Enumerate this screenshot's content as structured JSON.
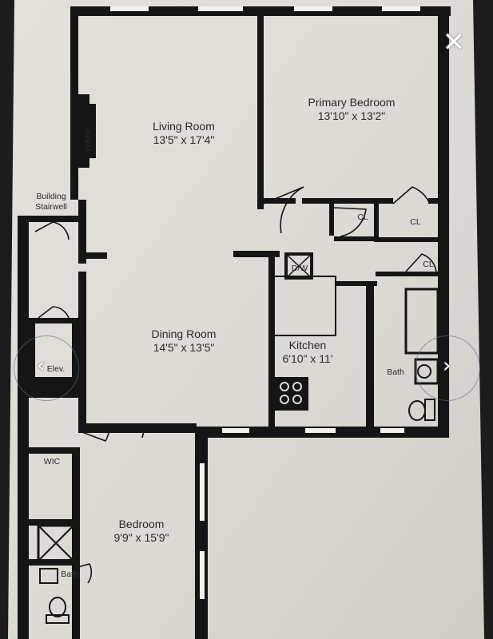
{
  "viewer": {
    "close_glyph": "✕",
    "prev_glyph": "‹",
    "next_glyph": "›"
  },
  "floorplan": {
    "rooms": {
      "living": {
        "name": "Living Room",
        "dims": "13'5\" x 17'4\""
      },
      "primary_bedroom": {
        "name": "Primary Bedroom",
        "dims": "13'10\" x 13'2\""
      },
      "dining": {
        "name": "Dining Room",
        "dims": "14'5\" x 13'5\""
      },
      "kitchen": {
        "name": "Kitchen",
        "dims": "6'10\" x 11'"
      },
      "bedroom": {
        "name": "Bedroom",
        "dims": "9'9\" x 15'9\""
      }
    },
    "labels": {
      "wbfp": "WBFP",
      "stair_line1": "Building",
      "stair_line2": "Stairwell",
      "elevator": "Elev.",
      "closet_1": "CL",
      "closet_2": "CL",
      "closet_3": "CL",
      "dishwasher": "D/W",
      "bath_main": "Bath",
      "wic": "WIC",
      "bath_small": "Bath"
    },
    "colors": {
      "paper": "#dedbd6",
      "wall": "#151515",
      "window": "#f2f1ee",
      "ui_white": "#ffffff"
    }
  }
}
